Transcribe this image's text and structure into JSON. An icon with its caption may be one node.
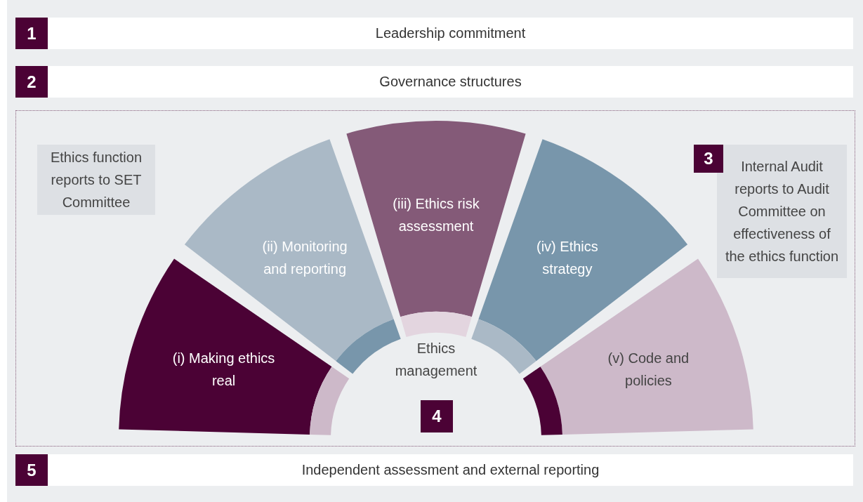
{
  "diagram": {
    "nodes": [
      {
        "text": [
          "1",
          "Leadership commitment"
        ]
      },
      {
        "text": [
          "2",
          "Governance structures"
        ]
      },
      {
        "text": [],
        "shape": "box"
      },
      {
        "text": [
          "Ethics function reports to SET Committee"
        ],
        "in": 2
      },
      {
        "text": [
          "3",
          "Internal Audit reports to Audit Committee on effectiveness of the ethics function"
        ],
        "in": 2
      },
      {
        "text": [
          "(i) Making ethics real"
        ],
        "in": 2
      },
      {
        "text": [
          "(ii) Monitoring and reporting"
        ],
        "in": 2
      },
      {
        "text": [
          "(iii) Ethics risk assessment"
        ],
        "in": 2
      },
      {
        "text": [
          "(iv) Ethics strategy"
        ],
        "in": 2
      },
      {
        "text": [
          "(v) Code and policies"
        ],
        "in": 2
      },
      {
        "text": [
          "Ethics management",
          "4"
        ],
        "in": 2
      },
      {
        "text": [
          "5",
          "Independent assessment and external reporting"
        ]
      }
    ]
  }
}
